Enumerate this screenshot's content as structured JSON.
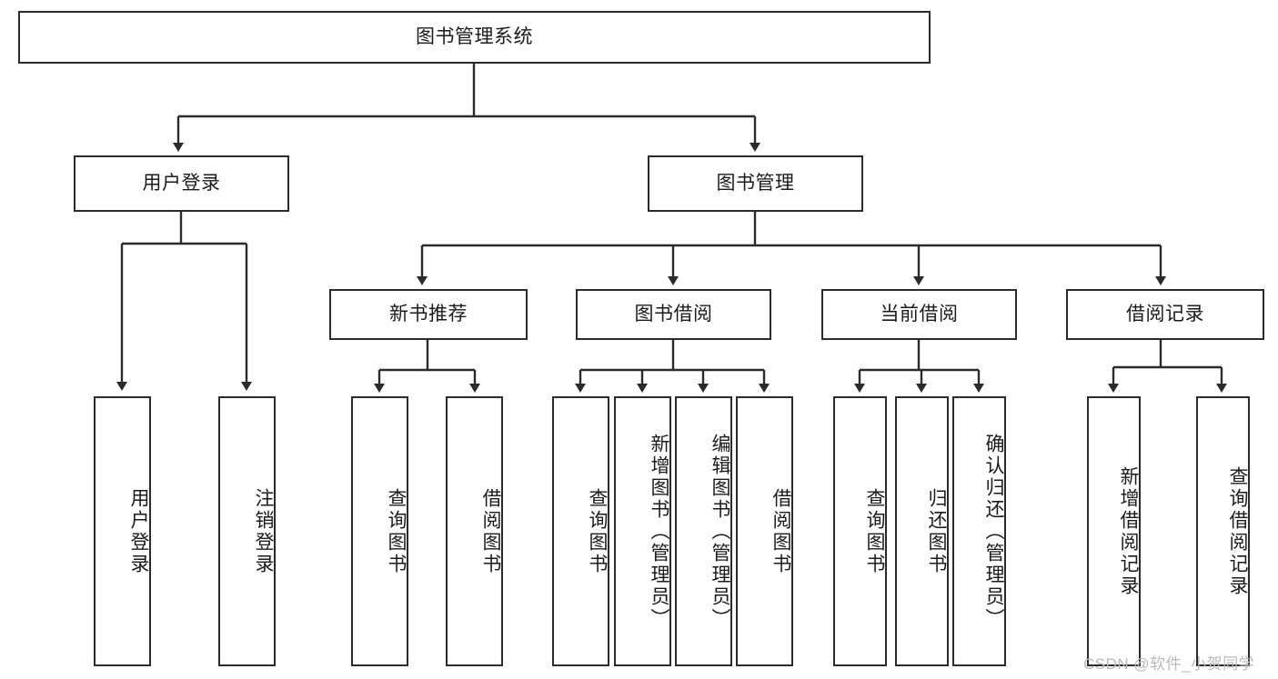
{
  "diagram": {
    "type": "tree-hierarchy",
    "title": "图书管理系统",
    "watermark": "CSDN @软件_小贺同学",
    "colors": {
      "border": "#2b2b2b",
      "text": "#1b1b1b",
      "background": "#ffffff",
      "watermark": "#b9b9b9"
    },
    "nodes": {
      "root": {
        "label": "图书管理系统"
      },
      "level1": [
        {
          "id": "user-login",
          "label": "用户登录"
        },
        {
          "id": "book-manage",
          "label": "图书管理"
        }
      ],
      "level2": [
        {
          "id": "new-book-recommend",
          "label": "新书推荐"
        },
        {
          "id": "book-borrow",
          "label": "图书借阅"
        },
        {
          "id": "current-borrow",
          "label": "当前借阅"
        },
        {
          "id": "borrow-record",
          "label": "借阅记录"
        }
      ],
      "leaves": {
        "user_login": [
          {
            "id": "leaf-user-login",
            "label": "用户登录"
          },
          {
            "id": "leaf-logout-login",
            "label": "注销登录"
          }
        ],
        "new_book_recommend": [
          {
            "id": "leaf-query-book-1",
            "label": "查询图书"
          },
          {
            "id": "leaf-borrow-book-1",
            "label": "借阅图书"
          }
        ],
        "book_borrow": [
          {
            "id": "leaf-query-book-2",
            "label": "查询图书"
          },
          {
            "id": "leaf-add-book",
            "label": "新增图书（管理员）"
          },
          {
            "id": "leaf-edit-book",
            "label": "编辑图书（管理员）"
          },
          {
            "id": "leaf-borrow-book-2",
            "label": "借阅图书"
          }
        ],
        "current_borrow": [
          {
            "id": "leaf-query-book-3",
            "label": "查询图书"
          },
          {
            "id": "leaf-return-book",
            "label": "归还图书"
          },
          {
            "id": "leaf-confirm-return",
            "label": "确认归还（管理员）"
          }
        ],
        "borrow_record": [
          {
            "id": "leaf-add-record",
            "label": "新增借阅记录"
          },
          {
            "id": "leaf-query-record",
            "label": "查询借阅记录"
          }
        ]
      }
    }
  }
}
